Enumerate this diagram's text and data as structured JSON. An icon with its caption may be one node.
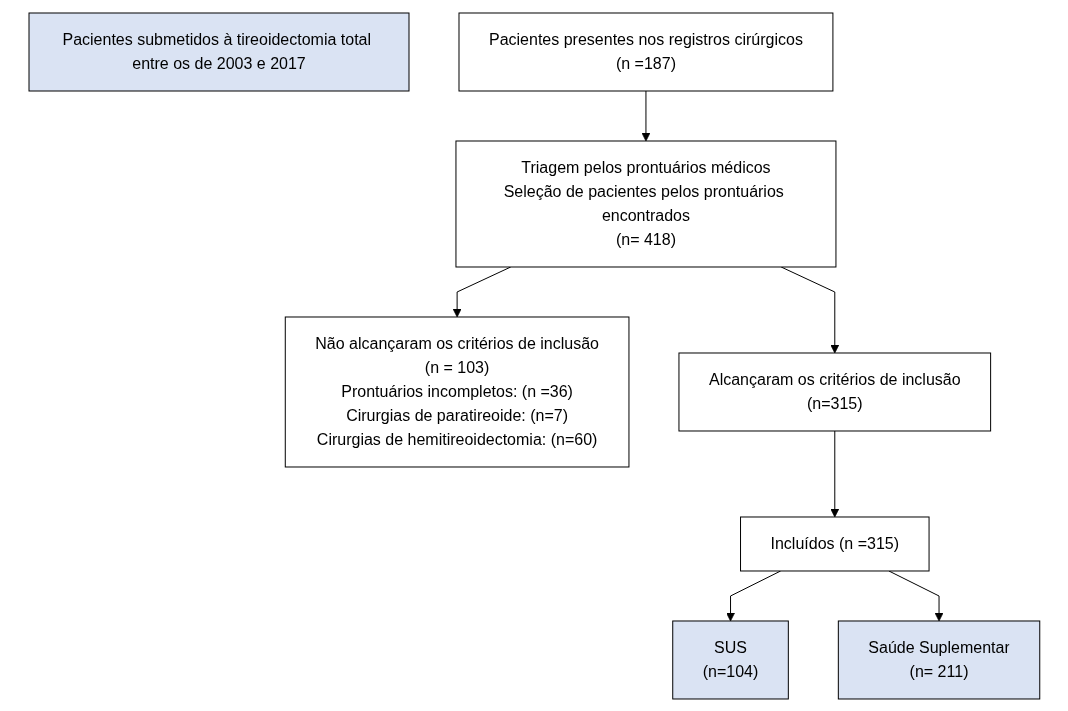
{
  "diagram": {
    "nodes": [
      {
        "text": [
          "Pacientes submetidos à tireoidectomia total entre os de 2003 e 2017"
        ]
      },
      {
        "text": [
          "Pacientes presentes nos registros cirúrgicos",
          "(n =187)"
        ]
      },
      {
        "text": [
          "Triagem pelos prontuários médicos",
          "Seleção de pacientes pelos prontuários encontrados",
          "(n= 418)"
        ]
      },
      {
        "text": [
          "Não alcançaram os critérios de inclusão",
          "(n = 103)",
          "Prontuários incompletos: (n =36)",
          "Cirurgias de paratireoide: (n=7)",
          "Cirurgias de hemitireoidectomia: (n=60)"
        ]
      },
      {
        "text": [
          "Alcançaram os critérios de inclusão",
          "(n=315)"
        ]
      },
      {
        "text": [
          "Incluídos (n =315)"
        ]
      },
      {
        "text": [
          "SUS",
          "(n=104)"
        ]
      },
      {
        "text": [
          "Saúde Suplementar",
          "(n= 211)"
        ]
      }
    ],
    "edges": [
      {
        "from": 1,
        "to": 2,
        "arrow": "to"
      },
      {
        "from": 2,
        "to": 3,
        "arrow": "to"
      },
      {
        "from": 2,
        "to": 4,
        "arrow": "to"
      },
      {
        "from": 4,
        "to": 5,
        "arrow": "to"
      },
      {
        "from": 5,
        "to": 6,
        "arrow": "to"
      },
      {
        "from": 5,
        "to": 7,
        "arrow": "to"
      }
    ]
  }
}
